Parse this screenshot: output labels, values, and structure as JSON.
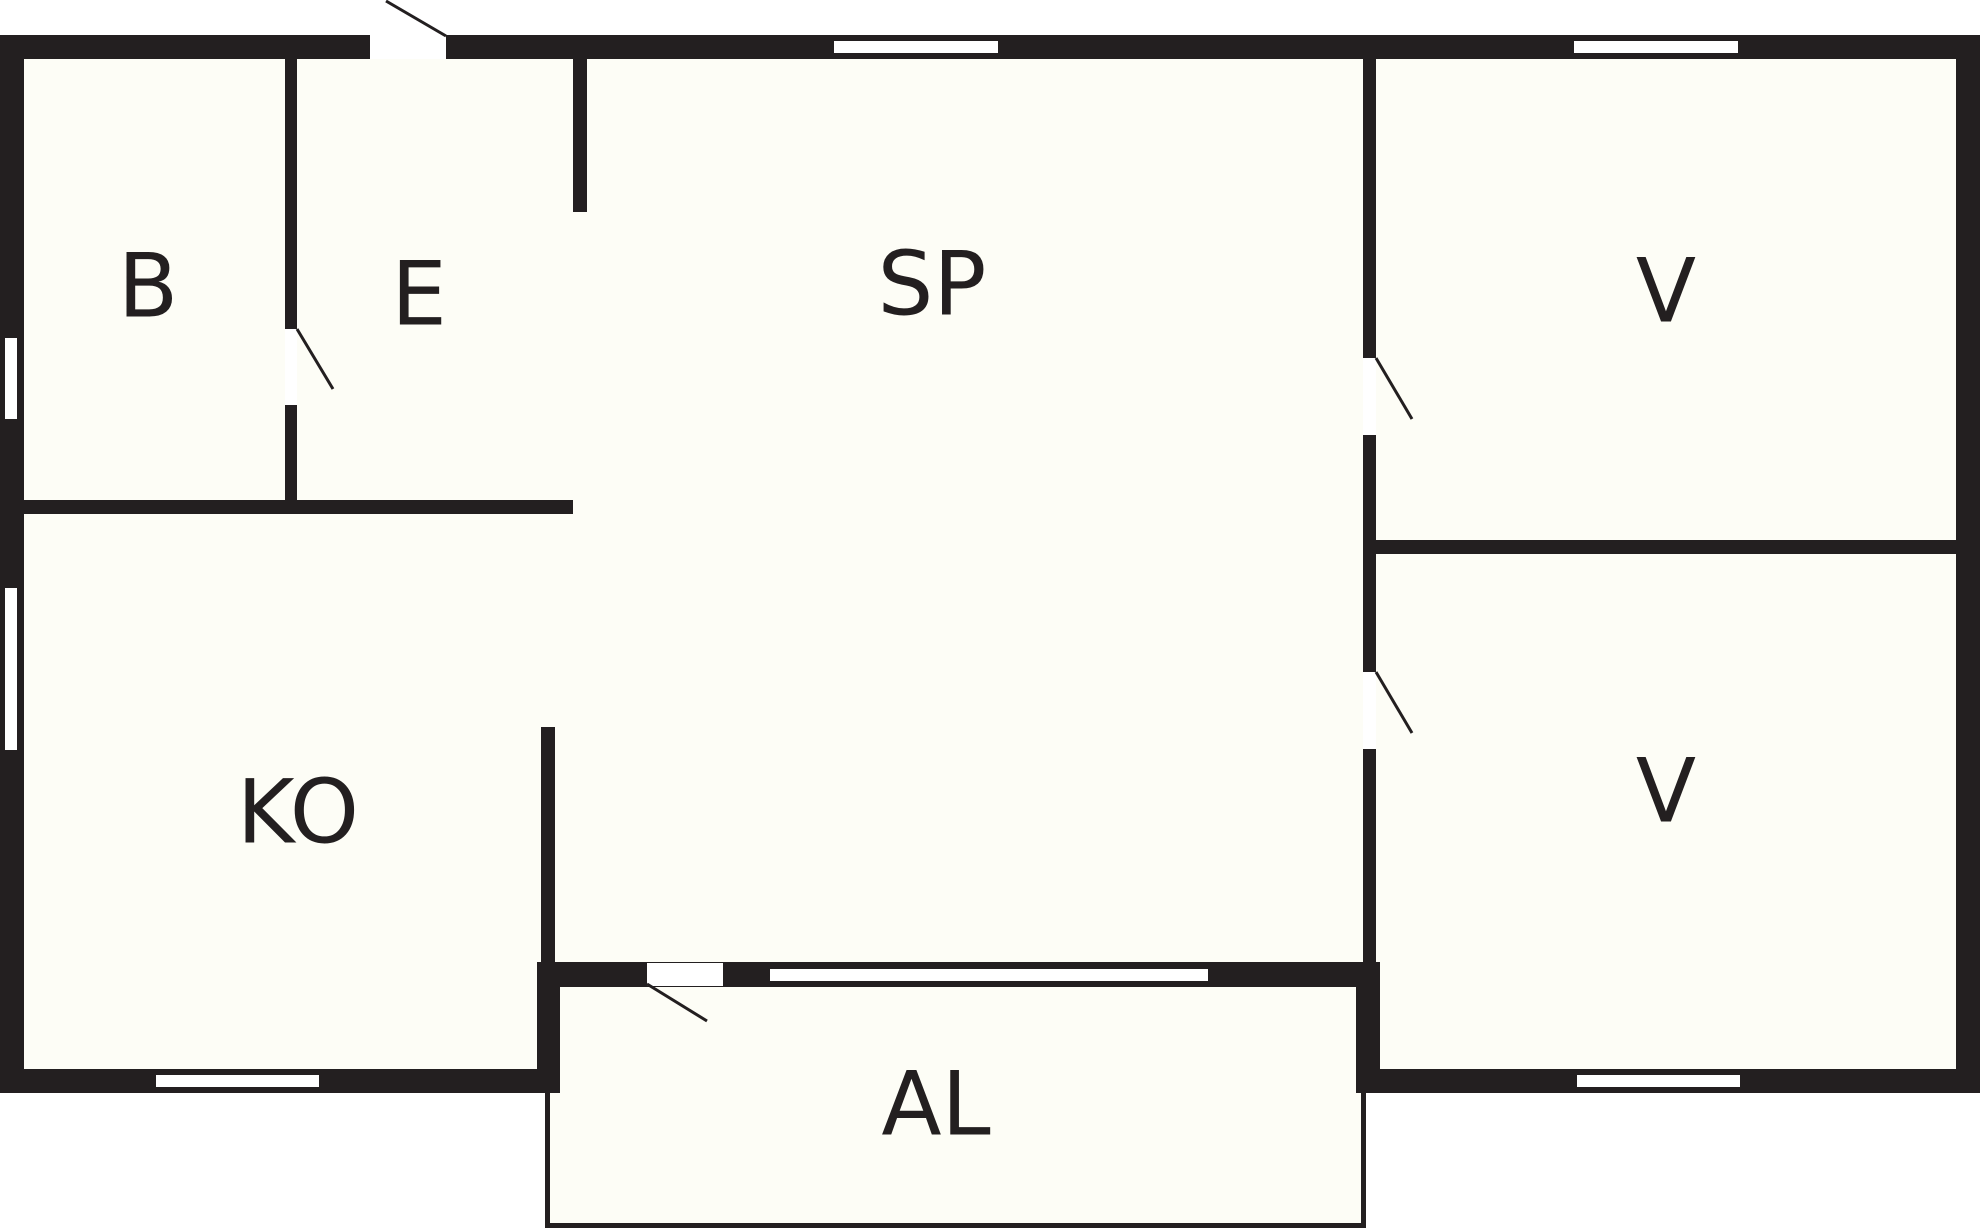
{
  "plan": {
    "colors": {
      "wall": "#231f20",
      "floor": "#fdfdf6",
      "window": "#ffffff",
      "background": "#ffffff"
    },
    "rooms": [
      {
        "id": "b",
        "label": "B"
      },
      {
        "id": "e",
        "label": "E"
      },
      {
        "id": "sp",
        "label": "SP"
      },
      {
        "id": "v1",
        "label": "V"
      },
      {
        "id": "v2",
        "label": "V"
      },
      {
        "id": "ko",
        "label": "KO"
      },
      {
        "id": "al",
        "label": "AL"
      }
    ]
  }
}
